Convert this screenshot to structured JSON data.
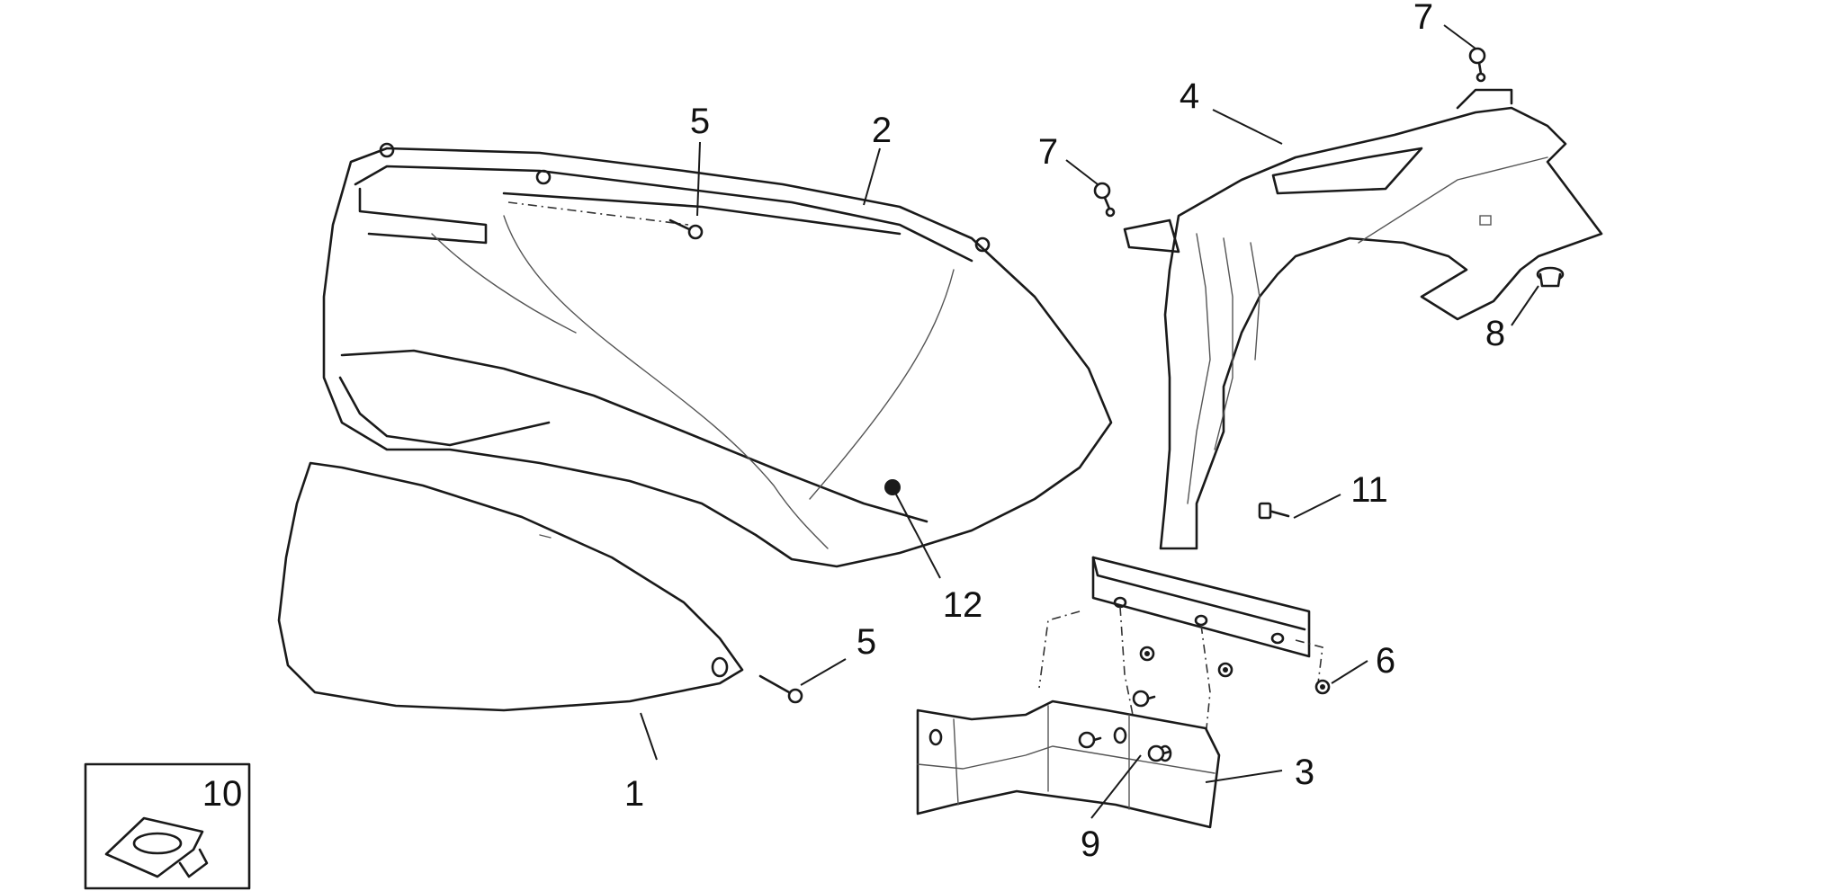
{
  "callouts": {
    "c1": "1",
    "c2": "2",
    "c3": "3",
    "c4": "4",
    "c5_top": "5",
    "c5_bottom": "5",
    "c6": "6",
    "c7_top": "7",
    "c7_mid": "7",
    "c8": "8",
    "c9": "9",
    "c10": "10",
    "c11": "11",
    "c12": "12"
  },
  "colors": {
    "line": "#1a1a1a",
    "panel_fill": "#e2e2e2",
    "bracket_fill": "#ffffff"
  }
}
